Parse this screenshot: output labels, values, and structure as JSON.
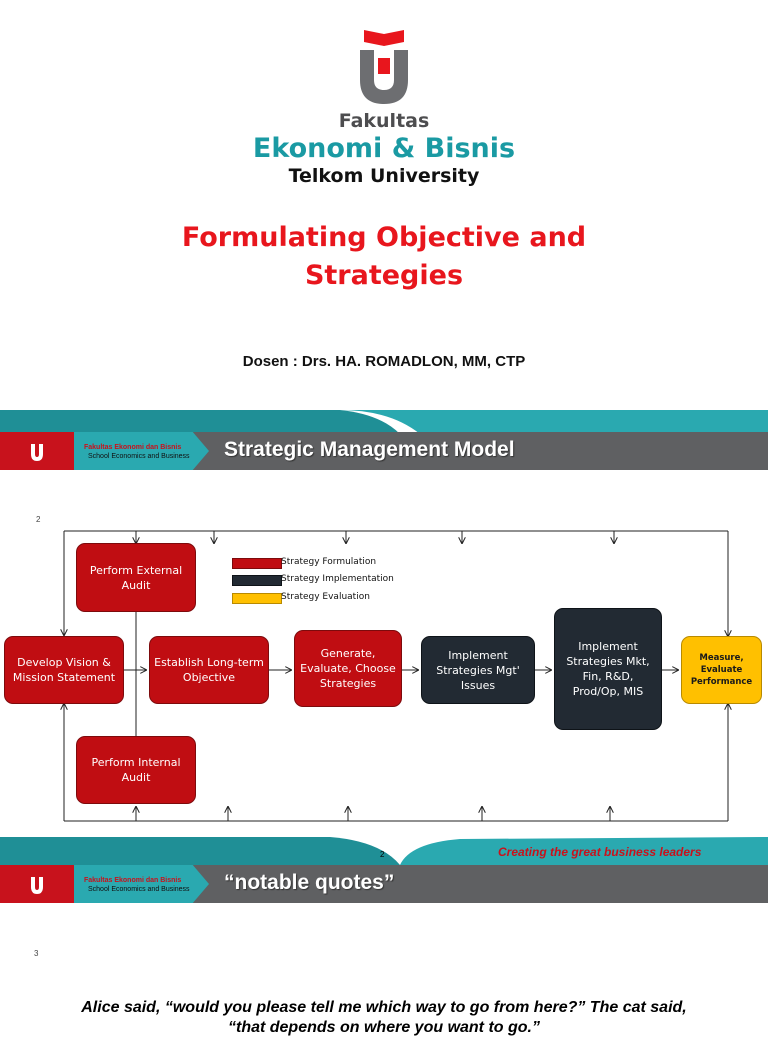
{
  "slide1": {
    "brand_fakultas": "Fakultas",
    "brand_name": "Ekonomi & Bisnis",
    "brand_university": "Telkom University",
    "title_line1": "Formulating Objective and",
    "title_line2": "Strategies",
    "lecturer": "Dosen : Drs. HA. ROMADLON, MM, CTP"
  },
  "slide2": {
    "header_brand_line1": "Fakultas Ekonomi dan Bisnis",
    "header_brand_line2": "School Economics and Business",
    "header_title": "Strategic Management Model",
    "slide_number_top": "2",
    "slide_number_bottom": "2",
    "tagline": "Creating the great business leaders",
    "legend": [
      {
        "label": "Strategy Formulation",
        "color": "#c00d12"
      },
      {
        "label": "Strategy Implementation",
        "color": "#222a33"
      },
      {
        "label": "Strategy Evaluation",
        "color": "#ffc000"
      }
    ],
    "boxes": {
      "external_audit": "Perform External Audit",
      "internal_audit": "Perform Internal Audit",
      "vision_mission": "Develop Vision & Mission Statement",
      "long_term": "Establish Long-term Objective",
      "generate": "Generate, Evaluate, Choose Strategies",
      "implement_mgt": "Implement Strategies Mgt' Issues",
      "implement_mkt": "Implement Strategies Mkt, Fin, R&D, Prod/Op, MIS",
      "measure": "Measure, Evaluate Performance"
    }
  },
  "slide3": {
    "header_brand_line1": "Fakultas Ekonomi dan Bisnis",
    "header_brand_line2": "School Economics and Business",
    "header_title": "“notable quotes”",
    "slide_number": "3",
    "quote_line1": "Alice said, “would you please tell me which way to go from here?”  The cat said,",
    "quote_line2": "“that depends on where you want to go.”"
  },
  "colors": {
    "brand_red": "#e8161d",
    "brand_teal": "#1a9aa3",
    "header_gray": "#5f6062",
    "teal_wave": "#2aa9b0"
  }
}
